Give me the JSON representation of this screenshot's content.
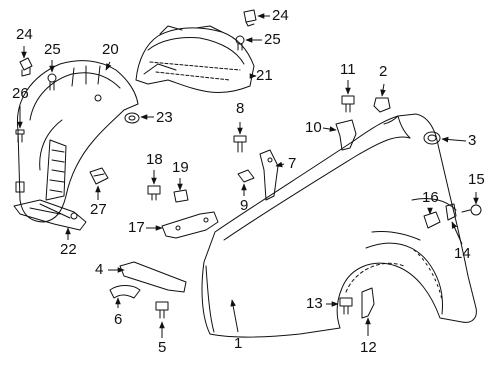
{
  "diagram": {
    "callouts": [
      {
        "id": "c1",
        "label": "1"
      },
      {
        "id": "c2",
        "label": "2"
      },
      {
        "id": "c3",
        "label": "3"
      },
      {
        "id": "c4",
        "label": "4"
      },
      {
        "id": "c5",
        "label": "5"
      },
      {
        "id": "c6",
        "label": "6"
      },
      {
        "id": "c7",
        "label": "7"
      },
      {
        "id": "c8",
        "label": "8"
      },
      {
        "id": "c9",
        "label": "9"
      },
      {
        "id": "c10",
        "label": "10"
      },
      {
        "id": "c11",
        "label": "11"
      },
      {
        "id": "c12",
        "label": "12"
      },
      {
        "id": "c13",
        "label": "13"
      },
      {
        "id": "c14",
        "label": "14"
      },
      {
        "id": "c15",
        "label": "15"
      },
      {
        "id": "c16",
        "label": "16"
      },
      {
        "id": "c17",
        "label": "17"
      },
      {
        "id": "c18",
        "label": "18"
      },
      {
        "id": "c19",
        "label": "19"
      },
      {
        "id": "c20",
        "label": "20"
      },
      {
        "id": "c21",
        "label": "21"
      },
      {
        "id": "c22",
        "label": "22"
      },
      {
        "id": "c23",
        "label": "23"
      },
      {
        "id": "c24a",
        "label": "24"
      },
      {
        "id": "c24b",
        "label": "24"
      },
      {
        "id": "c25a",
        "label": "25"
      },
      {
        "id": "c25b",
        "label": "25"
      },
      {
        "id": "c26",
        "label": "26"
      },
      {
        "id": "c27",
        "label": "27"
      }
    ]
  }
}
